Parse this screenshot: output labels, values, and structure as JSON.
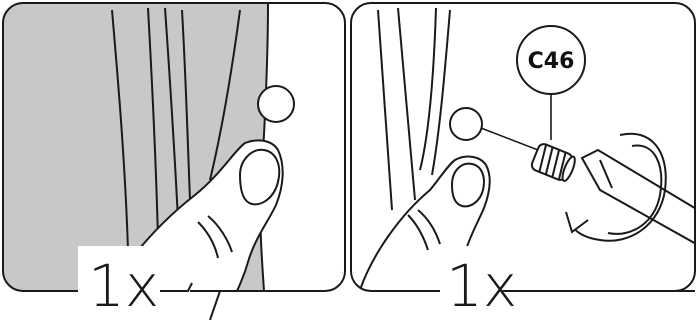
{
  "steps": [
    {
      "quantity": "1x"
    },
    {
      "quantity": "1x",
      "part_code": "C46"
    }
  ],
  "colors": {
    "line": "#1a1a1a",
    "gray_fill": "#c8c8c8",
    "background": "#ffffff"
  }
}
